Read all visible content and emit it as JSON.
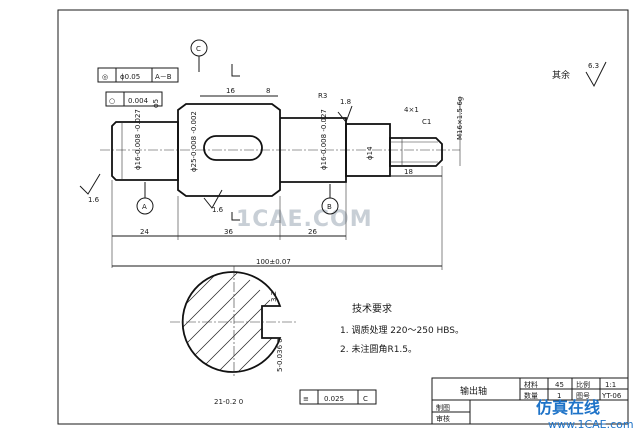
{
  "surface_finish": {
    "other": "其余",
    "value": "6.3"
  },
  "datum_labels": {
    "c": "C",
    "a": "A",
    "b": "B"
  },
  "tolerance_frames": {
    "coaxiality": {
      "symbol": "◎",
      "value": "ϕ0.05",
      "datum": "A－B"
    },
    "cylindricity": {
      "symbol": "○",
      "value": "0.004"
    },
    "symmetry": {
      "symbol": "≡",
      "value": "0.025",
      "datum": "C"
    }
  },
  "dimensions": {
    "keyway_length": "16",
    "keyway_pos": "8",
    "radius": "R3",
    "roughness_key": "1.8",
    "roughness_a": "1.6",
    "roughness_b": "1.6",
    "thread_relief": "4×1",
    "chamfer": "C1",
    "thread": "M16×1.5-6g",
    "thread_len": "18",
    "d_left": "ϕ16-0.008 -0.027",
    "d_collar": "ϕ25-0.008 -0.002",
    "d_key": "ϕ5",
    "d_right": "ϕ16-0.008 -0.027",
    "d_neck": "ϕ14",
    "len_left": "24",
    "len_mid": "36",
    "len_right": "26",
    "total": "100±0.07",
    "sec_width": "21-0.2 0",
    "sec_keyw": "5-0.036 0",
    "sec_rough": "3.2"
  },
  "notes": {
    "title": "技术要求",
    "items": [
      "1. 调质处理 220～250 HBS。",
      "2. 未注圆角R1.5。"
    ]
  },
  "title_block": {
    "name": "输出轴",
    "material_label": "材料",
    "material": "45",
    "scale_label": "比例",
    "scale": "1:1",
    "qty_label": "数量",
    "qty": "1",
    "dwg_label": "图号",
    "dwg": "YT-06",
    "drawn": "制图",
    "checked": "审核"
  },
  "watermark": {
    "main": "1CAE.COM",
    "brand": "仿真在线",
    "url": "www.1CAE.com"
  }
}
